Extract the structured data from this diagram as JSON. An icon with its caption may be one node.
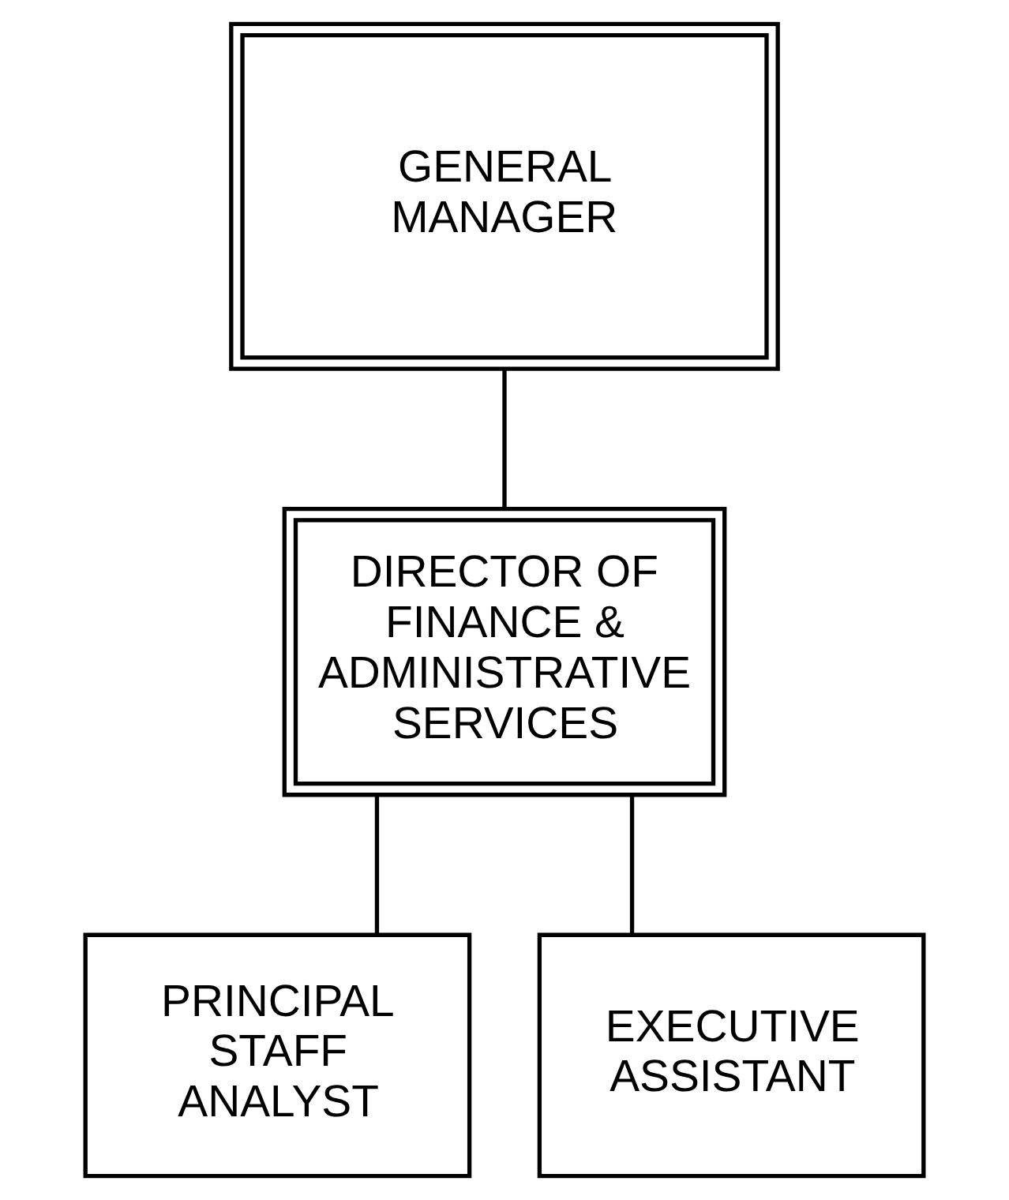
{
  "diagram": {
    "nodes": [
      {
        "text": [
          "GENERAL MANAGER"
        ]
      },
      {
        "text": [
          "DIRECTOR OF FINANCE & ADMINISTRATIVE SERVICES"
        ]
      },
      {
        "text": [
          "PRINCIPAL STAFF ANALYST"
        ]
      },
      {
        "text": [
          "EXECUTIVE ASSISTANT"
        ]
      }
    ],
    "edges": [
      {
        "from": 0,
        "to": 1,
        "arrow": "none"
      },
      {
        "from": 1,
        "to": 2,
        "arrow": "none"
      },
      {
        "from": 1,
        "to": 3,
        "arrow": "none"
      }
    ]
  }
}
